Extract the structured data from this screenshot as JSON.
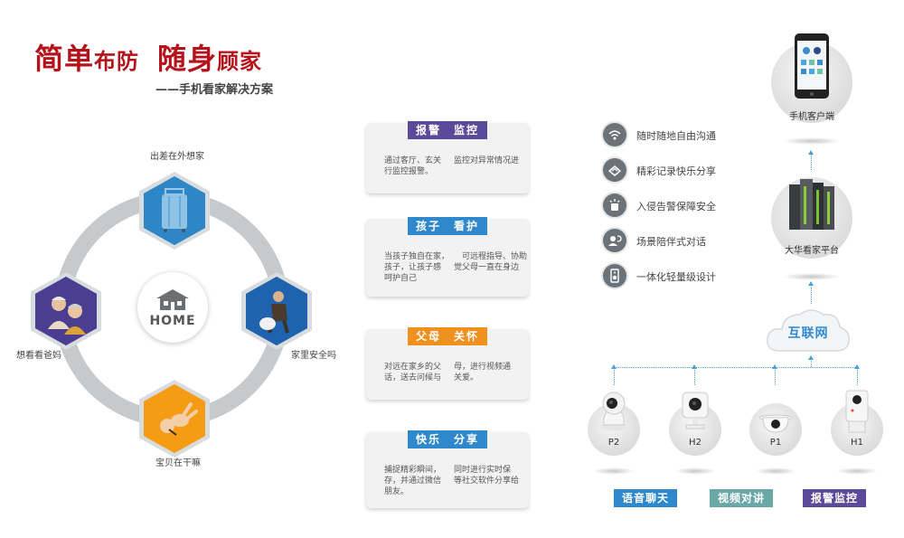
{
  "title": {
    "part1_big": "简单",
    "part1_small": "布防",
    "part2_big": "随身",
    "part2_small": "顾家",
    "subtitle": "——手机看家解决方案"
  },
  "diagram": {
    "center_label": "HOME",
    "nodes": [
      {
        "label": "出差在外想家",
        "icon": "suitcase-icon"
      },
      {
        "label": "家里安全吗",
        "icon": "thief-icon"
      },
      {
        "label": "宝贝在干嘛",
        "icon": "baby-icon"
      },
      {
        "label": "想看看爸妈",
        "icon": "elderly-couple-icon"
      }
    ]
  },
  "cards": [
    {
      "tag": "报警　监控",
      "color": "#5b4a9a",
      "lines": [
        [
          "通过客厅、玄关",
          "监控对异常情况进"
        ],
        [
          "行监控报警。",
          ""
        ]
      ]
    },
    {
      "tag": "孩子　看护",
      "color": "#2f88cc",
      "lines": [
        [
          "当孩子独自在家，",
          "可远程指导、协助"
        ],
        [
          "孩子，让孩子感",
          "觉父母一直在身边"
        ],
        [
          "呵护自己",
          ""
        ]
      ]
    },
    {
      "tag": "父母　关怀",
      "color": "#f0901e",
      "lines": [
        [
          "对远在家乡的父",
          "母，进行视频通"
        ],
        [
          "话，送去问候与",
          "关爱。"
        ]
      ]
    },
    {
      "tag": "快乐　分享",
      "color": "#2f88cc",
      "lines": [
        [
          "捕捉精彩瞬间，",
          "同时进行实时保"
        ],
        [
          "存，并通过微信",
          "等社交软件分享给"
        ],
        [
          "朋友。",
          ""
        ]
      ]
    }
  ],
  "features": [
    {
      "text": "随时随地自由沟通",
      "icon": "wifi-icon"
    },
    {
      "text": "精彩记录快乐分享",
      "icon": "share-icon"
    },
    {
      "text": "入侵告警保障安全",
      "icon": "alarm-icon"
    },
    {
      "text": "场景陪伴式对话",
      "icon": "chat-icon"
    },
    {
      "text": "一体化轻量级设计",
      "icon": "speaker-icon"
    }
  ],
  "architecture": {
    "client": "手机客户端",
    "platform": "大华看家平台",
    "internet": "互联网",
    "devices": [
      "P2",
      "H2",
      "P1",
      "H1"
    ]
  },
  "buttons": [
    {
      "label": "语音聊天",
      "color": "#2f88cc"
    },
    {
      "label": "视频对讲",
      "color": "#6aa7a7"
    },
    {
      "label": "报警监控",
      "color": "#5b4a9a"
    }
  ]
}
